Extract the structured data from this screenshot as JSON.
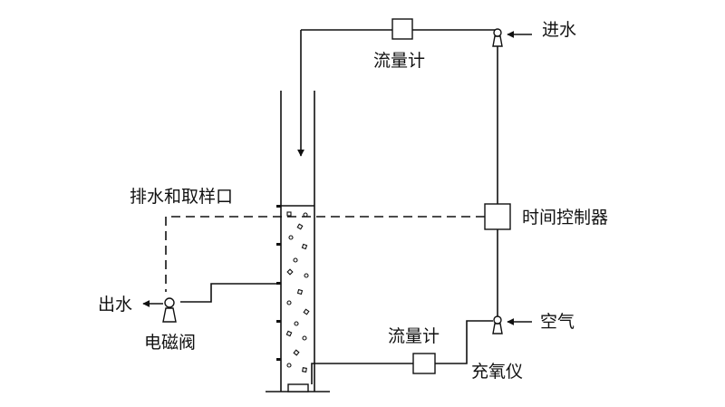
{
  "diagram": {
    "labels": {
      "water_in": "进水",
      "flowmeter_top": "流量计",
      "drain_sample_port": "排水和取样口",
      "time_controller": "时间控制器",
      "water_out": "出水",
      "solenoid_valve": "电磁阀",
      "air": "空气",
      "flowmeter_bottom": "流量计",
      "aerator": "充氧仪"
    }
  }
}
